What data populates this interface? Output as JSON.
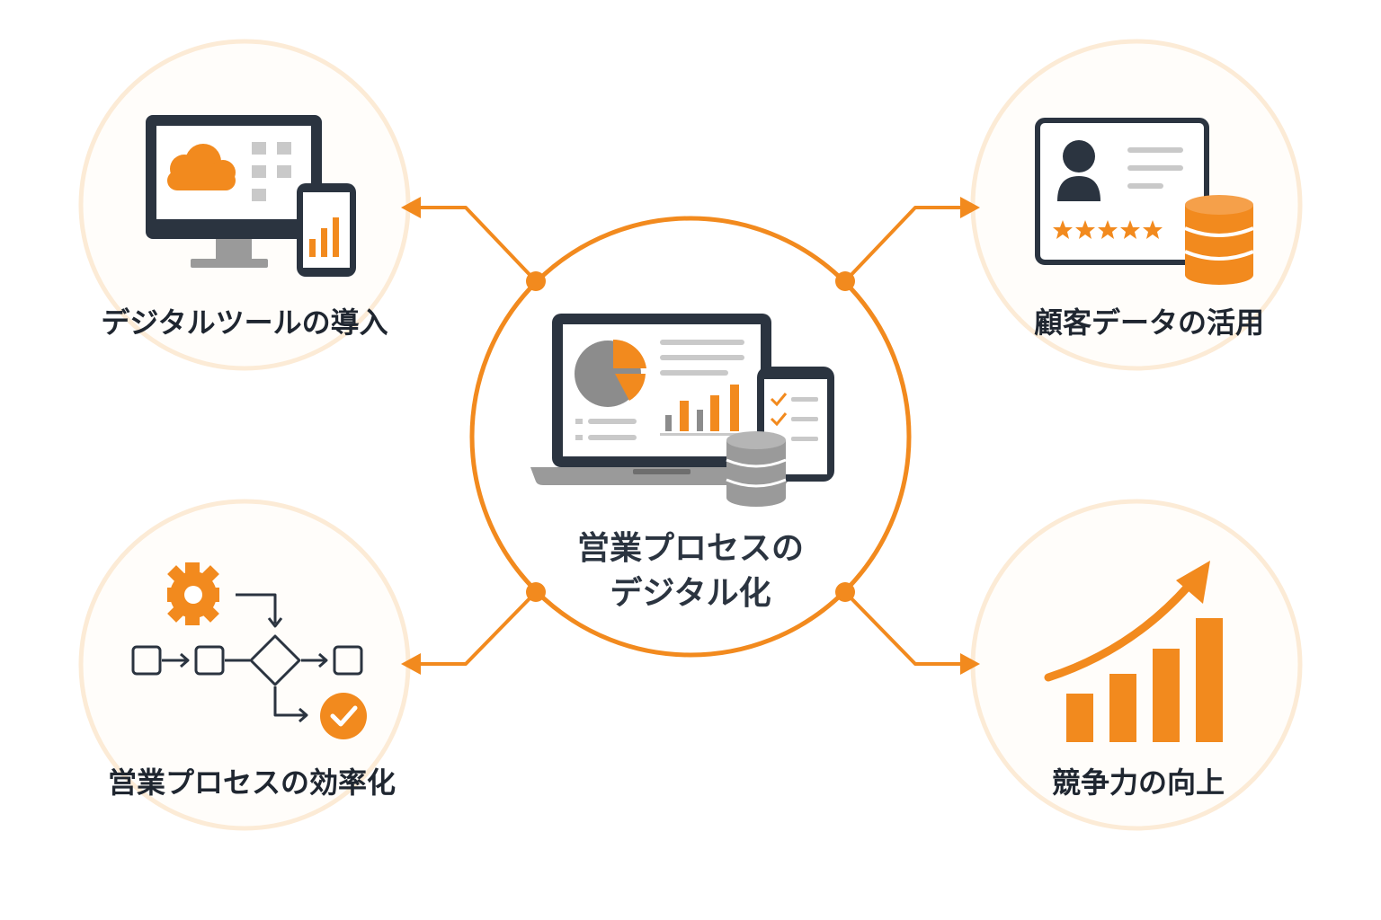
{
  "center": {
    "title_line1": "営業プロセスの",
    "title_line2": "デジタル化"
  },
  "nodes": {
    "top_left": {
      "label": "デジタルツールの導入",
      "icon": "computer-and-smartphone-icon"
    },
    "top_right": {
      "label": "顧客データの活用",
      "icon": "customer-profile-database-icon"
    },
    "bottom_left": {
      "label": "営業プロセスの効率化",
      "icon": "workflow-gear-icon"
    },
    "bottom_right": {
      "label": "競争力の向上",
      "icon": "growth-bar-chart-icon"
    }
  },
  "colors": {
    "accent": "#F28A1E",
    "dark": "#2B3440",
    "gray": "#8C8C8C",
    "light_gray": "#C9C9C9",
    "node_ring": "#FCEBD6"
  }
}
